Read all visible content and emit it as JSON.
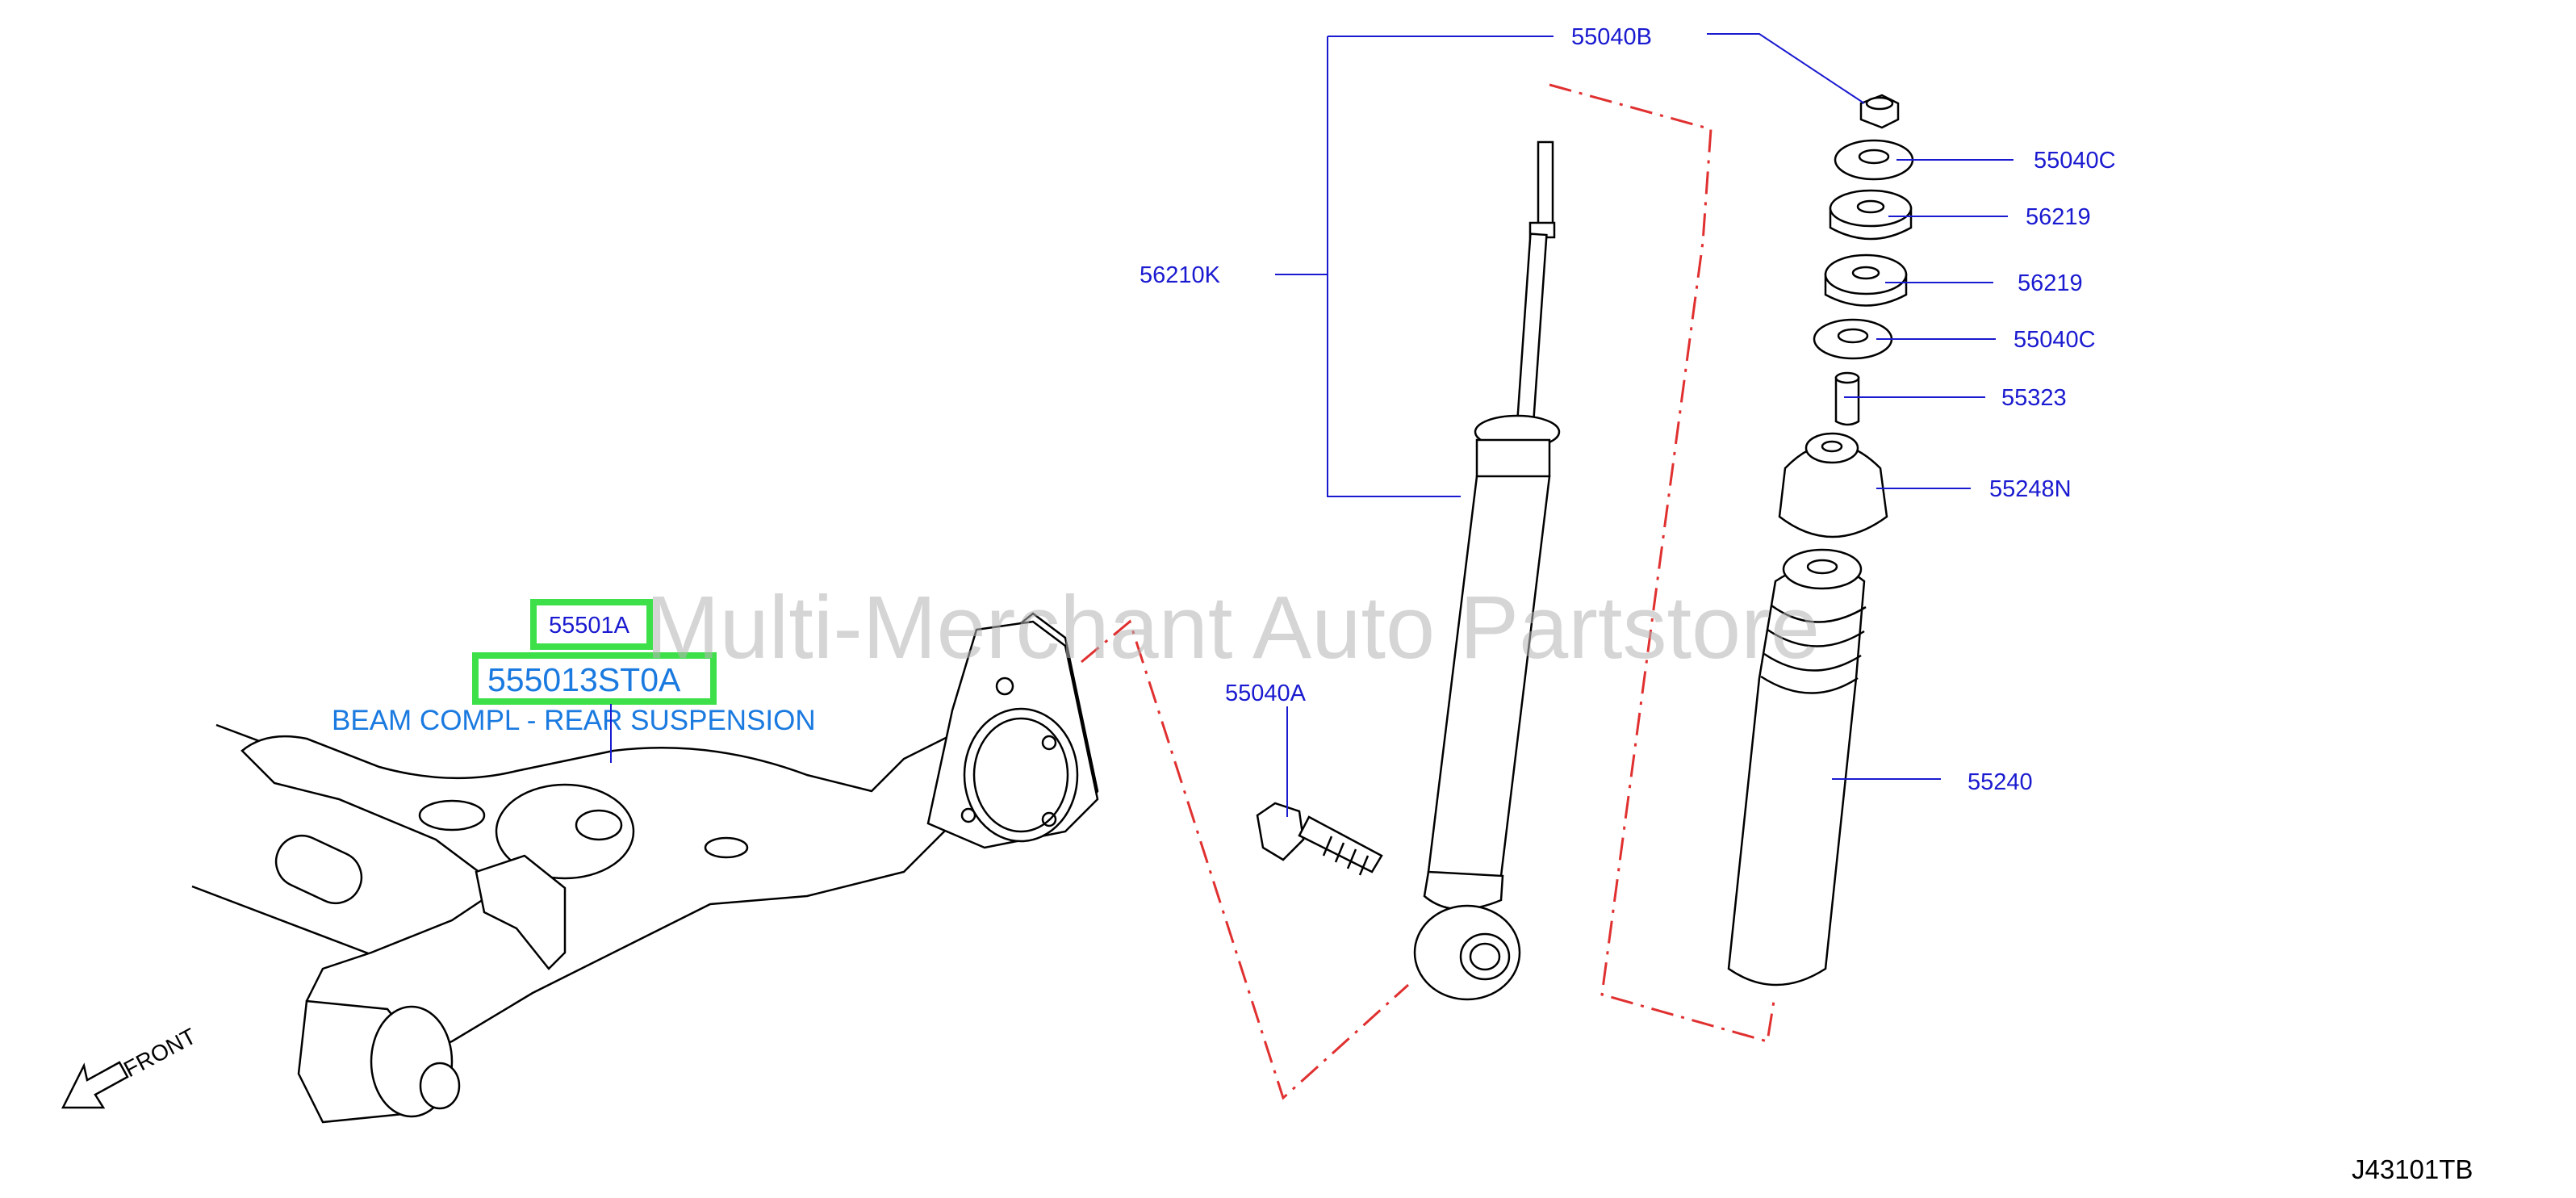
{
  "diagram_ref": "J43101TB",
  "watermark": "Multi-Merchant Auto Partstore",
  "front_label": "FRONT",
  "highlight": {
    "part_code": "55501A",
    "part_number": "555013ST0A",
    "part_name": "BEAM COMPL - REAR SUSPENSION",
    "highlight_color": "#3ee04a",
    "text_color": "#1a7ae0"
  },
  "callout_color": "#1a1ad0",
  "dashed_line_color": "#e03030",
  "callouts": {
    "c55040B": "55040B",
    "c55040C_top": "55040C",
    "c56219_top": "56219",
    "c56219_bottom": "56219",
    "c55040C_bottom": "55040C",
    "c55323": "55323",
    "c55248N": "55248N",
    "c55240": "55240",
    "c56210K": "56210K",
    "c55040A": "55040A"
  }
}
